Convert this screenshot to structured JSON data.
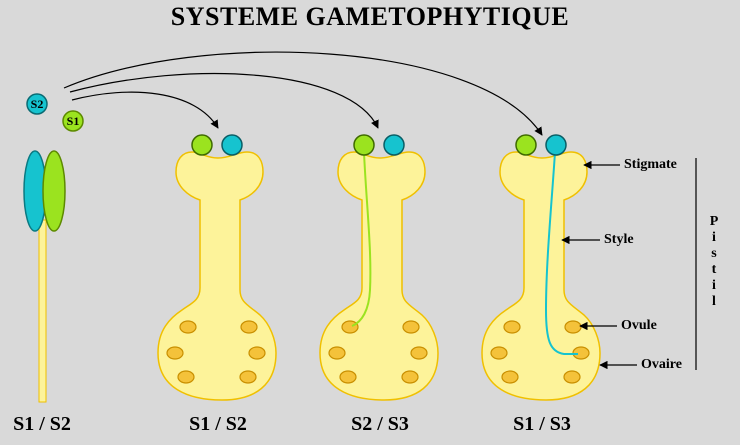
{
  "title": "SYSTEME GAMETOPHYTIQUE",
  "pollen_labels": {
    "s2": "S2",
    "s1": "S1"
  },
  "genotypes": [
    "S1 / S2",
    "S1 / S2",
    "S2 / S3",
    "S1 / S3"
  ],
  "annotations": {
    "stigmate": "Stigmate",
    "style": "Style",
    "ovule": "Ovule",
    "ovaire": "Ovaire",
    "pistil": "Pistil"
  },
  "colors": {
    "background": "#d9d9d9",
    "pistil_fill": "#fdf39a",
    "pistil_stroke": "#f0c000",
    "ovule_fill": "#f4c23a",
    "ovule_stroke": "#c98f00",
    "s1_green": "#9be31f",
    "s2_teal": "#16c3cf",
    "s3_teal": "#1ab8c4"
  }
}
